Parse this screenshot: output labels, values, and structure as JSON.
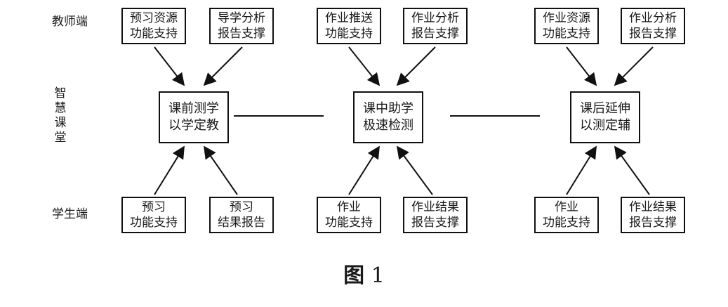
{
  "rows": {
    "teacher": "教师端",
    "classroom_chars": [
      "智",
      "慧",
      "课",
      "堂"
    ],
    "student": "学生端"
  },
  "groups": [
    {
      "center": [
        "课前测学",
        "以学定教"
      ],
      "teacher_boxes": [
        [
          "预习资源",
          "功能支持"
        ],
        [
          "导学分析",
          "报告支撑"
        ]
      ],
      "student_boxes": [
        [
          "预习",
          "功能支持"
        ],
        [
          "预习",
          "结果报告"
        ]
      ]
    },
    {
      "center": [
        "课中助学",
        "极速检测"
      ],
      "teacher_boxes": [
        [
          "作业推送",
          "功能支持"
        ],
        [
          "作业分析",
          "报告支撑"
        ]
      ],
      "student_boxes": [
        [
          "作业",
          "功能支持"
        ],
        [
          "作业结果",
          "报告支撑"
        ]
      ]
    },
    {
      "center": [
        "课后延伸",
        "以测定辅"
      ],
      "teacher_boxes": [
        [
          "作业资源",
          "功能支持"
        ],
        [
          "作业分析",
          "报告支撑"
        ]
      ],
      "student_boxes": [
        [
          "作业",
          "功能支持"
        ],
        [
          "作业结果",
          "报告支撑"
        ]
      ]
    }
  ],
  "caption": {
    "prefix": "图",
    "number": "1"
  }
}
